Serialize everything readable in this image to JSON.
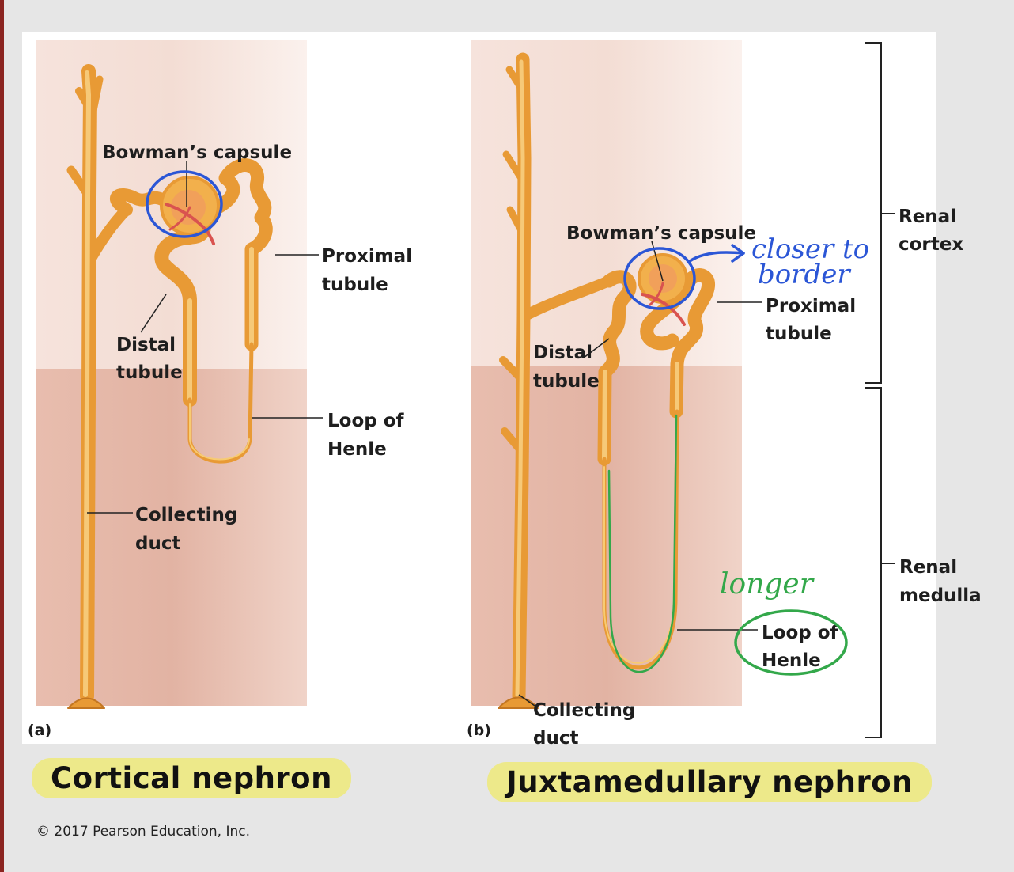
{
  "panel_a": {
    "letter": "(a)",
    "labels": {
      "bowmans_capsule": "Bowman’s capsule",
      "proximal_1": "Proximal",
      "proximal_2": "tubule",
      "distal_1": "Distal",
      "distal_2": "tubule",
      "loop_1": "Loop of",
      "loop_2": "Henle",
      "collecting_1": "Collecting",
      "collecting_2": "duct"
    },
    "caption": "Cortical nephron"
  },
  "panel_b": {
    "letter": "(b)",
    "labels": {
      "bowmans_capsule": "Bowman’s capsule",
      "proximal_1": "Proximal",
      "proximal_2": "tubule",
      "distal_1": "Distal",
      "distal_2": "tubule",
      "loop_1": "Loop of",
      "loop_2": "Henle",
      "collecting_1": "Collecting",
      "collecting_2": "duct"
    },
    "caption": "Juxtamedullary nephron"
  },
  "regions": {
    "cortex_1": "Renal",
    "cortex_2": "cortex",
    "medulla_1": "Renal",
    "medulla_2": "medulla"
  },
  "annotations": {
    "closer_1": "closer to",
    "closer_2": "border",
    "longer": "longer"
  },
  "copyright": "© 2017 Pearson Education, Inc.",
  "colors": {
    "cortex": "#f6e3dc",
    "medulla": "#e4b7a7",
    "tubule": "#f1aa42",
    "tubule_light": "#f7cb72",
    "annotation_blue": "#2b56d6",
    "annotation_green": "#33a84a",
    "caption_highlight": "#ede98a"
  }
}
